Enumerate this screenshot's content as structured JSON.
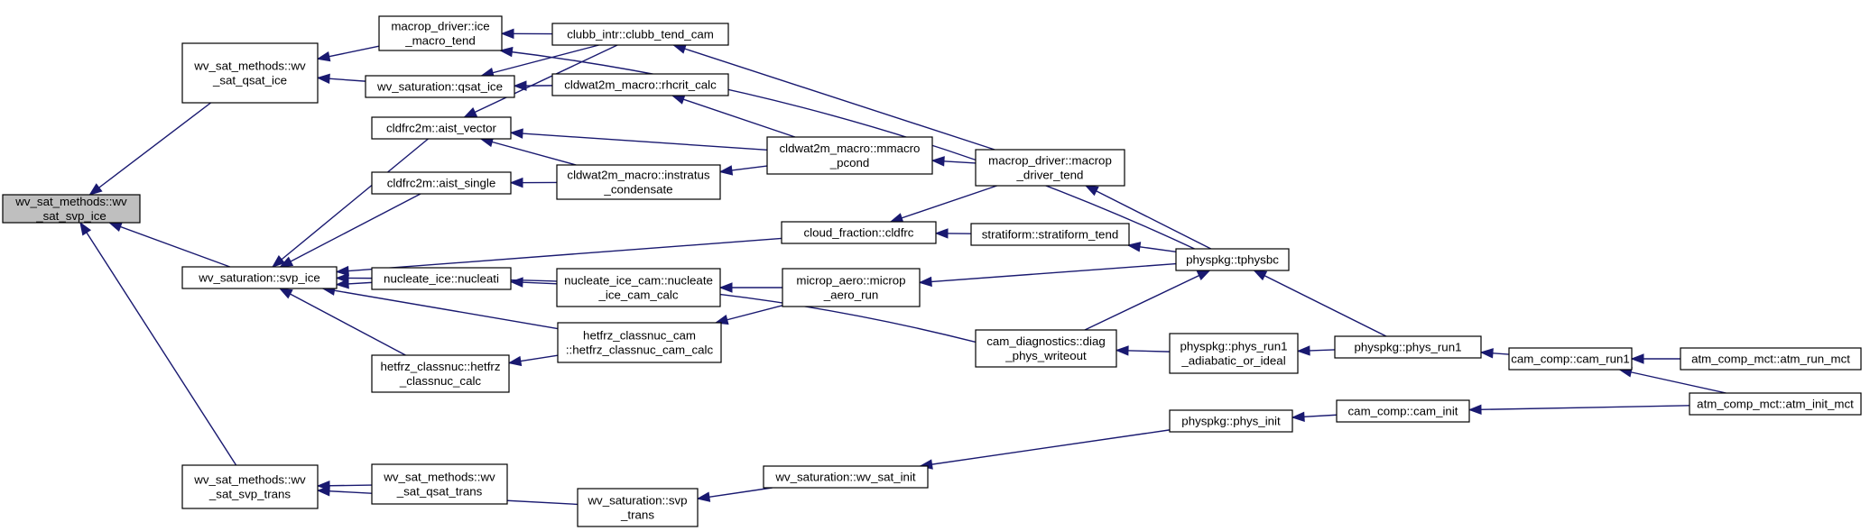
{
  "colors": {
    "edge": "#191970",
    "node_border": "#000000",
    "node_fill": "#ffffff",
    "root_fill": "#bfbfbf"
  },
  "nodes": [
    {
      "id": "n0",
      "lines": [
        "wv_sat_methods::wv",
        "_sat_svp_ice"
      ],
      "root": true
    },
    {
      "id": "n1",
      "lines": [
        "wv_sat_methods::wv",
        "_sat_qsat_ice"
      ]
    },
    {
      "id": "n2",
      "lines": [
        "wv_saturation::svp_ice"
      ]
    },
    {
      "id": "n3",
      "lines": [
        "wv_sat_methods::wv",
        "_sat_svp_trans"
      ]
    },
    {
      "id": "n4",
      "lines": [
        "macrop_driver::ice",
        "_macro_tend"
      ]
    },
    {
      "id": "n5",
      "lines": [
        "wv_saturation::qsat_ice"
      ]
    },
    {
      "id": "n6",
      "lines": [
        "clubb_intr::clubb_tend_cam"
      ]
    },
    {
      "id": "n7",
      "lines": [
        "cldwat2m_macro::rhcrit_calc"
      ]
    },
    {
      "id": "n8",
      "lines": [
        "cldfrc2m::aist_vector"
      ]
    },
    {
      "id": "n9",
      "lines": [
        "cldfrc2m::aist_single"
      ]
    },
    {
      "id": "n10",
      "lines": [
        "cldwat2m_macro::instratus",
        "_condensate"
      ]
    },
    {
      "id": "n11",
      "lines": [
        "cldwat2m_macro::mmacro",
        "_pcond"
      ]
    },
    {
      "id": "n12",
      "lines": [
        "macrop_driver::macrop",
        "_driver_tend"
      ]
    },
    {
      "id": "n13",
      "lines": [
        "cloud_fraction::cldfrc"
      ]
    },
    {
      "id": "n14",
      "lines": [
        "stratiform::stratiform_tend"
      ]
    },
    {
      "id": "n15",
      "lines": [
        "physpkg::tphysbc"
      ]
    },
    {
      "id": "n16",
      "lines": [
        "nucleate_ice::nucleati"
      ]
    },
    {
      "id": "n17",
      "lines": [
        "nucleate_ice_cam::nucleate",
        "_ice_cam_calc"
      ]
    },
    {
      "id": "n18",
      "lines": [
        "microp_aero::microp",
        "_aero_run"
      ]
    },
    {
      "id": "n19",
      "lines": [
        "hetfrz_classnuc::hetfrz",
        "_classnuc_calc"
      ]
    },
    {
      "id": "n20",
      "lines": [
        "hetfrz_classnuc_cam",
        "::hetfrz_classnuc_cam_calc"
      ]
    },
    {
      "id": "n21",
      "lines": [
        "cam_diagnostics::diag",
        "_phys_writeout"
      ]
    },
    {
      "id": "n22",
      "lines": [
        "physpkg::phys_run1",
        "_adiabatic_or_ideal"
      ]
    },
    {
      "id": "n23",
      "lines": [
        "physpkg::phys_run1"
      ]
    },
    {
      "id": "n24",
      "lines": [
        "cam_comp::cam_run1"
      ]
    },
    {
      "id": "n25",
      "lines": [
        "atm_comp_mct::atm_run_mct"
      ]
    },
    {
      "id": "n26",
      "lines": [
        "atm_comp_mct::atm_init_mct"
      ]
    },
    {
      "id": "n27",
      "lines": [
        "physpkg::phys_init"
      ]
    },
    {
      "id": "n28",
      "lines": [
        "cam_comp::cam_init"
      ]
    },
    {
      "id": "n29",
      "lines": [
        "wv_saturation::wv_sat_init"
      ]
    },
    {
      "id": "n30",
      "lines": [
        "wv_saturation::svp",
        "_trans"
      ]
    },
    {
      "id": "n31",
      "lines": [
        "wv_sat_methods::wv",
        "_sat_qsat_trans"
      ]
    }
  ],
  "edges": [
    [
      "n1",
      "n0"
    ],
    [
      "n2",
      "n0"
    ],
    [
      "n3",
      "n0"
    ],
    [
      "n4",
      "n1"
    ],
    [
      "n5",
      "n1"
    ],
    [
      "n6",
      "n4"
    ],
    [
      "n15",
      "n4"
    ],
    [
      "n6",
      "n5"
    ],
    [
      "n7",
      "n5"
    ],
    [
      "n8",
      "n2"
    ],
    [
      "n9",
      "n2"
    ],
    [
      "n13",
      "n2"
    ],
    [
      "n16",
      "n2"
    ],
    [
      "n20",
      "n2"
    ],
    [
      "n19",
      "n2"
    ],
    [
      "n21",
      "n2"
    ],
    [
      "n6",
      "n8"
    ],
    [
      "n11",
      "n8"
    ],
    [
      "n10",
      "n8"
    ],
    [
      "n10",
      "n9"
    ],
    [
      "n11",
      "n10"
    ],
    [
      "n11",
      "n7"
    ],
    [
      "n12",
      "n11"
    ],
    [
      "n12",
      "n6"
    ],
    [
      "n15",
      "n12"
    ],
    [
      "n14",
      "n13"
    ],
    [
      "n12",
      "n13"
    ],
    [
      "n15",
      "n14"
    ],
    [
      "n23",
      "n15"
    ],
    [
      "n21",
      "n15"
    ],
    [
      "n17",
      "n16"
    ],
    [
      "n18",
      "n17"
    ],
    [
      "n15",
      "n18"
    ],
    [
      "n18",
      "n20"
    ],
    [
      "n20",
      "n19"
    ],
    [
      "n22",
      "n21"
    ],
    [
      "n23",
      "n22"
    ],
    [
      "n24",
      "n23"
    ],
    [
      "n25",
      "n24"
    ],
    [
      "n26",
      "n24"
    ],
    [
      "n28",
      "n27"
    ],
    [
      "n26",
      "n28"
    ],
    [
      "n27",
      "n29"
    ],
    [
      "n29",
      "n30"
    ],
    [
      "n31",
      "n3"
    ],
    [
      "n30",
      "n3"
    ]
  ]
}
